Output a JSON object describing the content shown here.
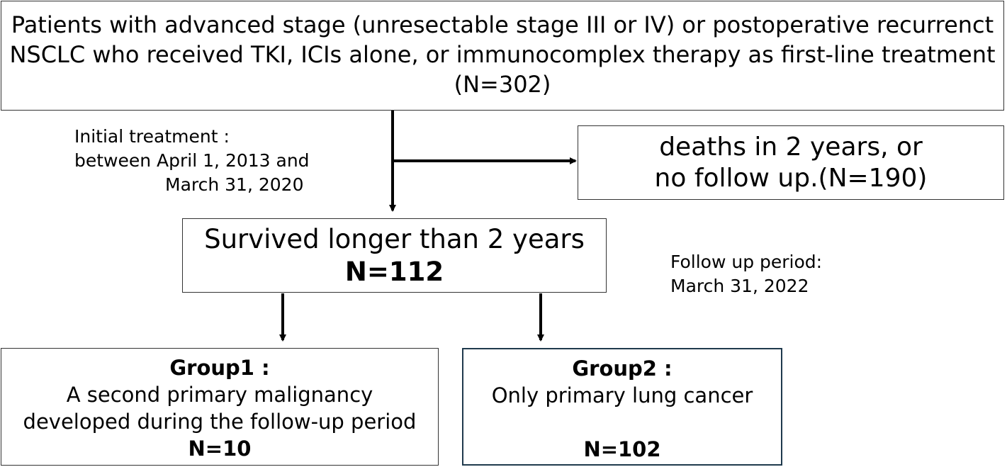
{
  "top_box": {
    "line1": "Patients with advanced stage (unresectable stage III or IV) or postoperative recurrenct",
    "line2": "NSCLC who received TKI, ICIs alone, or immunocomplex therapy as first-line treatment",
    "line3": "(N=302)"
  },
  "initial_treatment": {
    "line1": "Initial treatment :",
    "line2": "between April 1, 2013 and",
    "line3": "March 31, 2020"
  },
  "excluded_box": {
    "line1": "deaths in 2 years, or",
    "line2": "no follow up.(N=190)"
  },
  "survived_box": {
    "line1": "Survived longer than 2 years",
    "line2": "N=112"
  },
  "follow_up": {
    "line1": "Follow up period:",
    "line2": "March 31, 2022"
  },
  "group1_box": {
    "title": "Group1 :",
    "line1": "A second primary malignancy",
    "line2": "developed during the follow-up period",
    "count": "N=10"
  },
  "group2_box": {
    "title": "Group2 :",
    "line1": "Only primary lung cancer",
    "count": "N=102"
  },
  "colors": {
    "box_border": "#333333",
    "group2_border": "#1f3a4d",
    "arrow": "#000000"
  }
}
